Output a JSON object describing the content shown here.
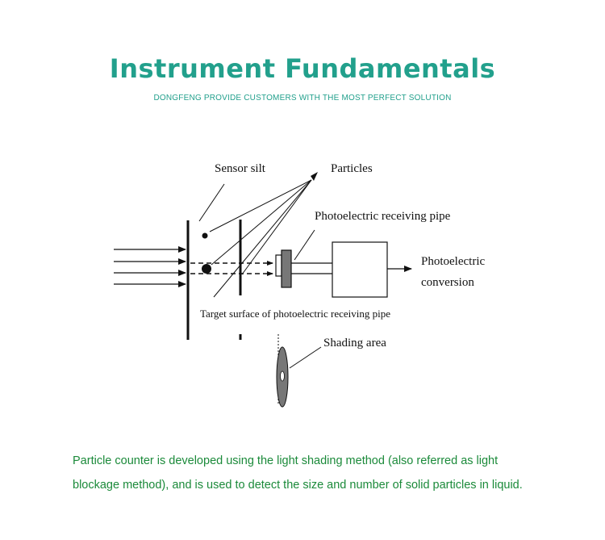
{
  "header": {
    "title": "Instrument Fundamentals",
    "subtitle": "DONGFENG PROVIDE CUSTOMERS WITH THE MOST PERFECT SOLUTION"
  },
  "diagram": {
    "labels": {
      "sensor_slit": "Sensor silt",
      "particles": "Particles",
      "receiving_pipe": "Photoelectric receiving pipe",
      "conversion_line1": "Photoelectric",
      "conversion_line2": "conversion",
      "target_surface": "Target surface of photoelectric receiving pipe",
      "shading_area": "Shading area"
    }
  },
  "caption": {
    "line1": "Particle counter is developed using the light shading method (also referred as light",
    "line2": "blockage method), and is used to detect the size and number of solid particles in liquid."
  },
  "colors": {
    "accent": "#22a08c",
    "caption": "#1b8a3a",
    "stroke": "#111111"
  }
}
